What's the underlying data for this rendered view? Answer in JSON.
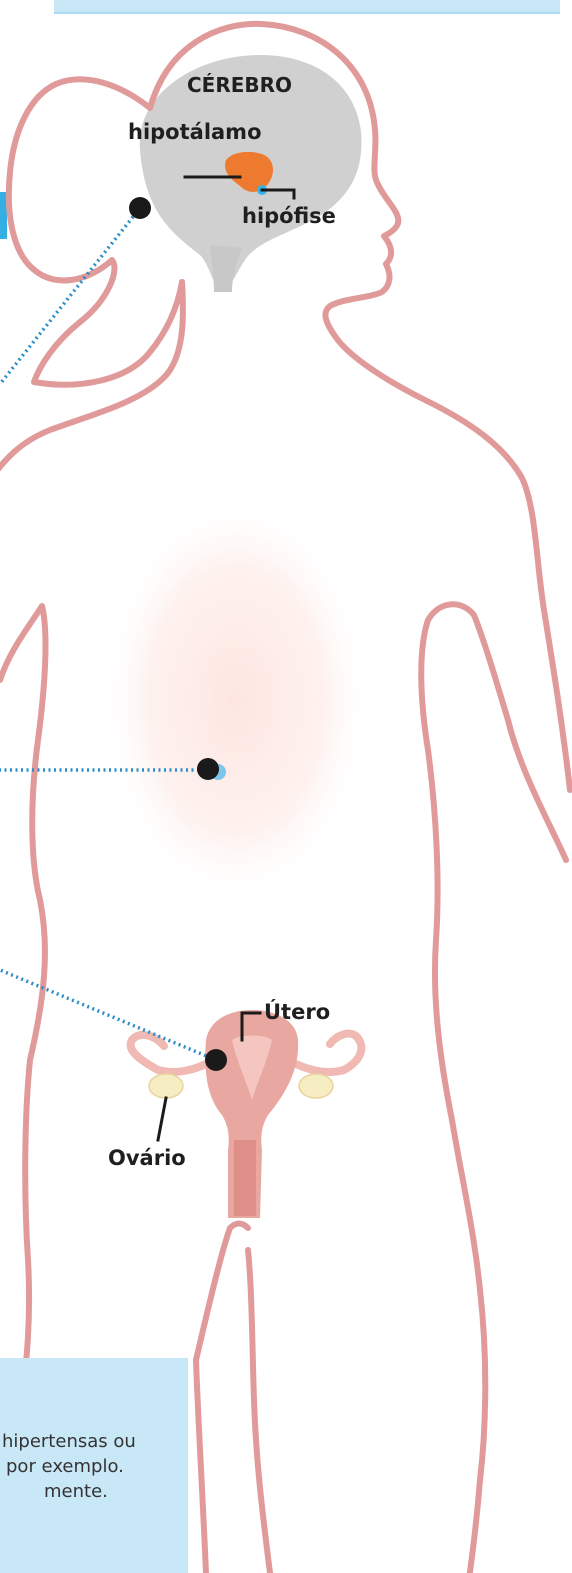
{
  "labels": {
    "brain": "CÉREBRO",
    "hypothalamus": "hipotálamo",
    "pituitary": "hipófise",
    "uterus": "Útero",
    "ovary": "Ovário"
  },
  "info_box": {
    "lines": [
      "hipertensas ou",
      "por exemplo.",
      "mente."
    ]
  },
  "colors": {
    "body_outline": "#e19a9a",
    "brain": "#d0d0d0",
    "hypothalamus": "#ee7a2f",
    "pituitary": "#35b4e6",
    "highlight_box": "#c9e8f7",
    "leader_dot": "#1a1a1a",
    "leader_dash": "#2d8dc8",
    "uterus": "#e9a7a1",
    "ovary": "#f6eec2"
  }
}
